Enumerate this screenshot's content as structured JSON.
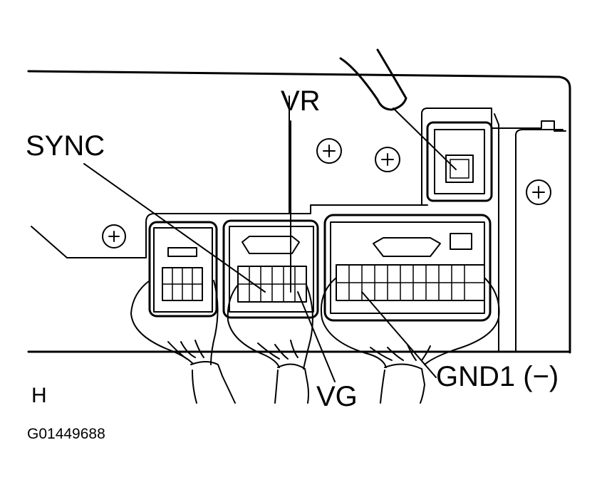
{
  "labels": {
    "vr": "VR",
    "sync": "SYNC",
    "vg": "VG",
    "gnd1": "GND1 (−)",
    "view": "H",
    "figure_id": "G01449688"
  },
  "colors": {
    "ink": "#000000",
    "paper": "#ffffff"
  },
  "icons": [
    "screw-head-icon",
    "probe-icon",
    "connector-icon"
  ]
}
